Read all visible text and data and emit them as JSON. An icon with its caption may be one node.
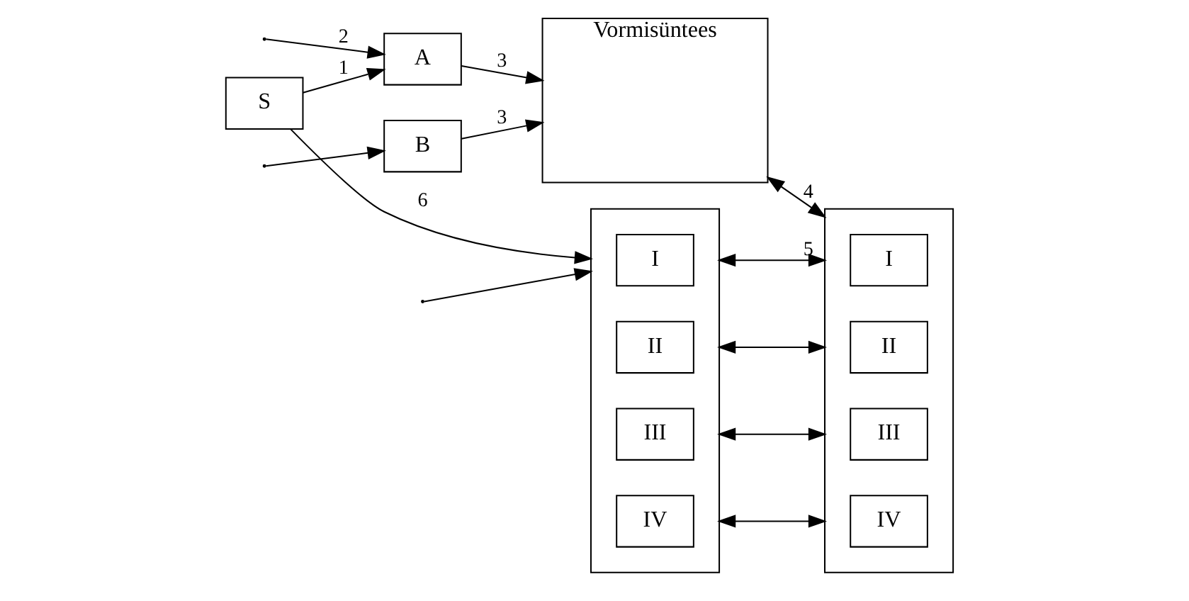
{
  "diagram": {
    "nodes": [
      {
        "text": [
          "S"
        ]
      },
      {
        "text": [
          "A"
        ]
      },
      {
        "text": [
          "B"
        ]
      },
      {
        "text": [
          "Vormisüntees"
        ]
      },
      {
        "text": [],
        "shape": "box"
      },
      {
        "text": [
          "I"
        ],
        "in": 4
      },
      {
        "text": [
          "II"
        ],
        "in": 4
      },
      {
        "text": [
          "III"
        ],
        "in": 4
      },
      {
        "text": [
          "IV"
        ],
        "in": 4
      },
      {
        "text": [],
        "shape": "box"
      },
      {
        "text": [
          "I"
        ],
        "in": 9
      },
      {
        "text": [
          "II"
        ],
        "in": 9
      },
      {
        "text": [
          "III"
        ],
        "in": 9
      },
      {
        "text": [
          "IV"
        ],
        "in": 9
      }
    ],
    "edges": [
      {
        "from": 0,
        "to": 1,
        "arrow": "to",
        "label": "1"
      },
      {
        "from": null,
        "to": 1,
        "arrow": "to",
        "label": "2"
      },
      {
        "from": null,
        "to": 2,
        "arrow": "to"
      },
      {
        "from": null,
        "to": 4,
        "arrow": "to"
      },
      {
        "from": 0,
        "to": 4,
        "arrow": "to",
        "label": "6"
      },
      {
        "from": 1,
        "to": 3,
        "arrow": "to",
        "label": "3"
      },
      {
        "from": 2,
        "to": 3,
        "arrow": "to",
        "label": "3"
      },
      {
        "from": 4,
        "to": 9,
        "arrow": "both",
        "label": "5"
      },
      {
        "from": 4,
        "to": 9,
        "arrow": "both"
      },
      {
        "from": 4,
        "to": 9,
        "arrow": "both"
      },
      {
        "from": 4,
        "to": 9,
        "arrow": "both"
      },
      {
        "from": 3,
        "to": 9,
        "arrow": "both",
        "label": "4"
      }
    ]
  }
}
